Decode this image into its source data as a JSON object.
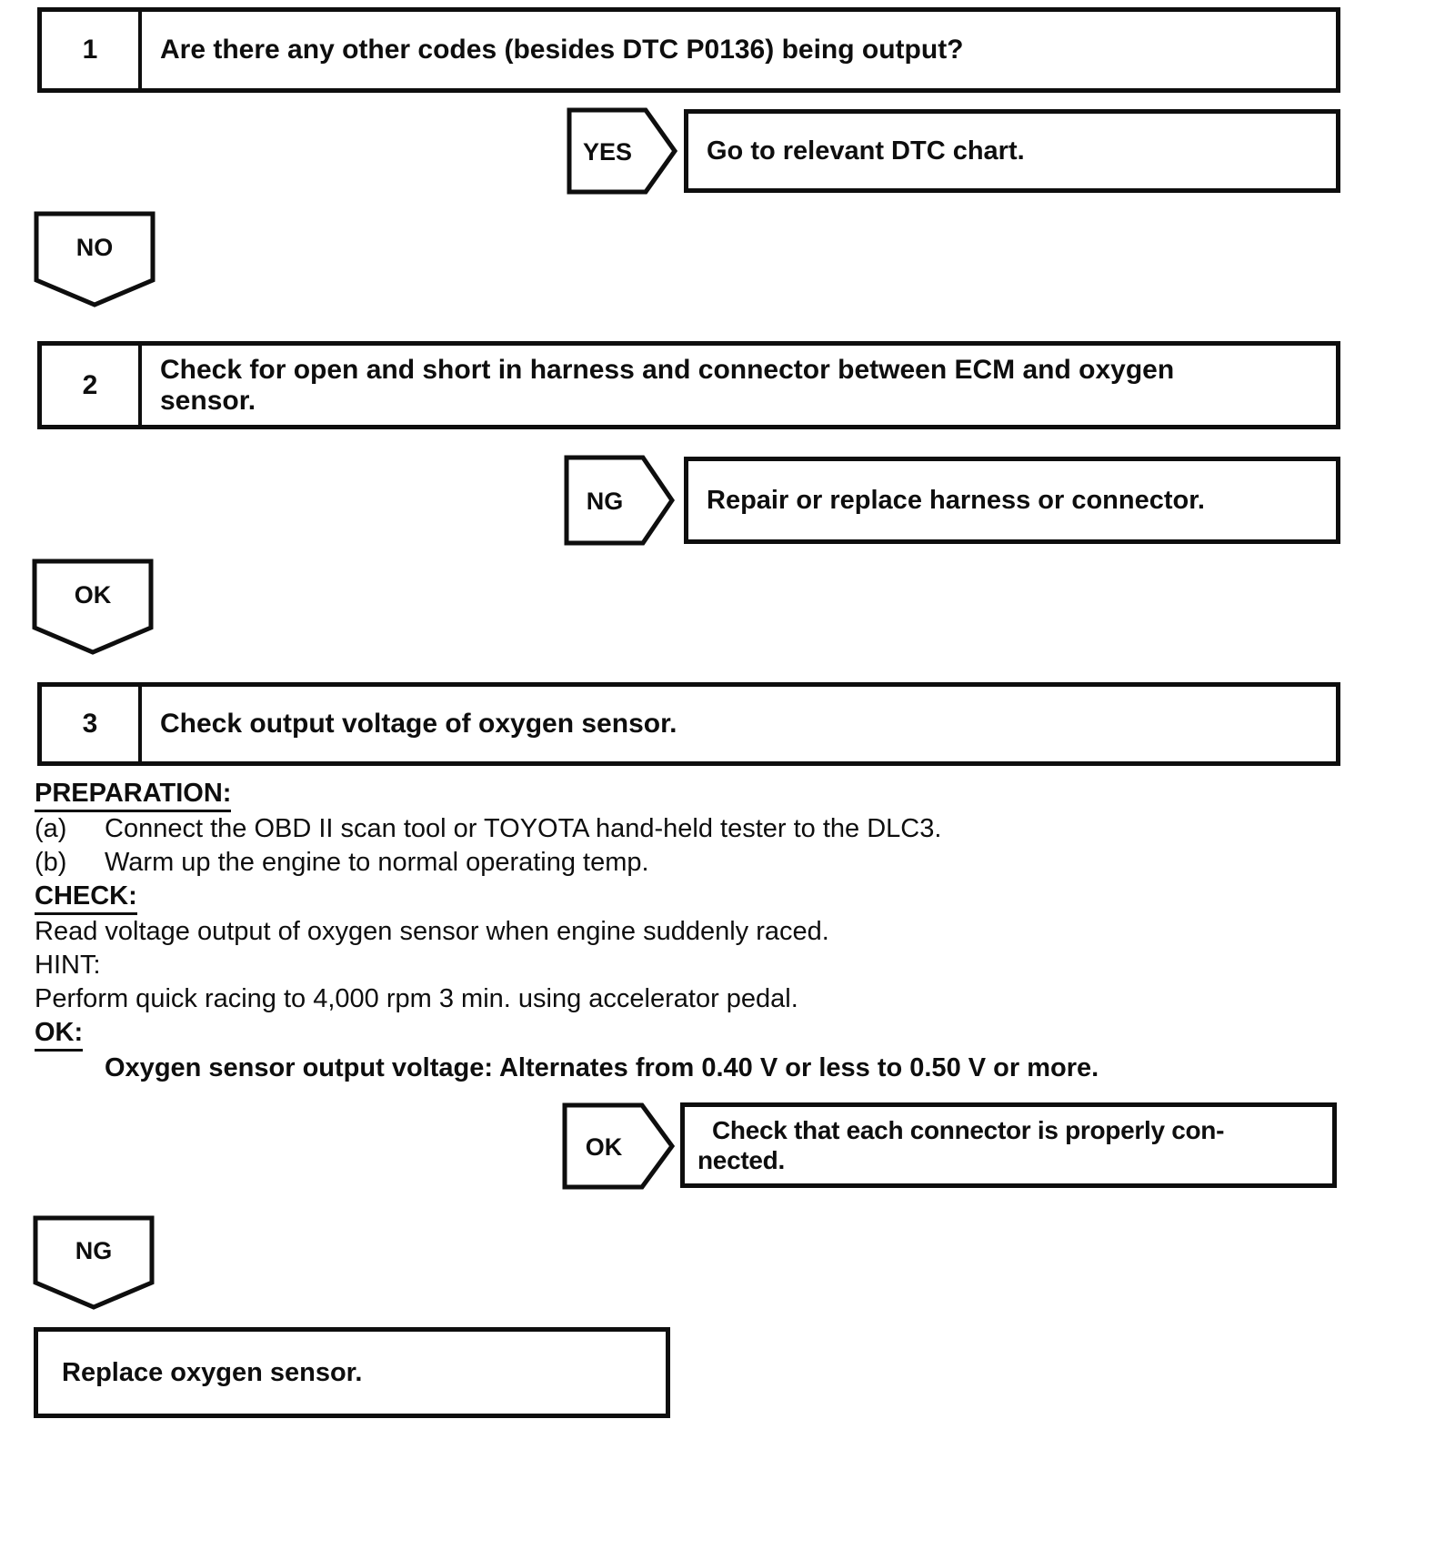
{
  "page": {
    "background": "#ffffff",
    "ink": "#0e0e0e"
  },
  "flow": {
    "steps": [
      {
        "number": "1",
        "title": "Are there any other codes (besides DTC P0136) being output?"
      },
      {
        "number": "2",
        "title": "Check for open and short in harness and connector between ECM and oxygen\nsensor."
      },
      {
        "number": "3",
        "title": "Check output voltage of oxygen sensor."
      }
    ],
    "branches": [
      {
        "label": "YES",
        "result": "Go to relevant DTC chart."
      },
      {
        "label": "NO"
      },
      {
        "label": "NG",
        "result": "Repair or replace harness or connector."
      },
      {
        "label": "OK"
      },
      {
        "label": "OK",
        "result": "Check that each connector is properly con-\nnected."
      },
      {
        "label": "NG"
      }
    ],
    "final_action": "Replace oxygen sensor."
  },
  "procedure": {
    "preparation_heading": "PREPARATION:",
    "preparation_items": [
      {
        "label": "(a)",
        "text": "Connect the OBD II scan tool or TOYOTA hand-held tester to the DLC3."
      },
      {
        "label": "(b)",
        "text": "Warm up the engine to normal operating temp."
      }
    ],
    "check_heading": "CHECK:",
    "check_text": "Read voltage output of oxygen sensor when engine suddenly raced.",
    "hint_heading": "HINT:",
    "hint_text": "Perform quick racing to 4,000 rpm 3 min. using accelerator pedal.",
    "ok_heading": "OK:",
    "ok_spec": "Oxygen sensor output voltage: Alternates from 0.40 V or less to 0.50 V or more."
  }
}
